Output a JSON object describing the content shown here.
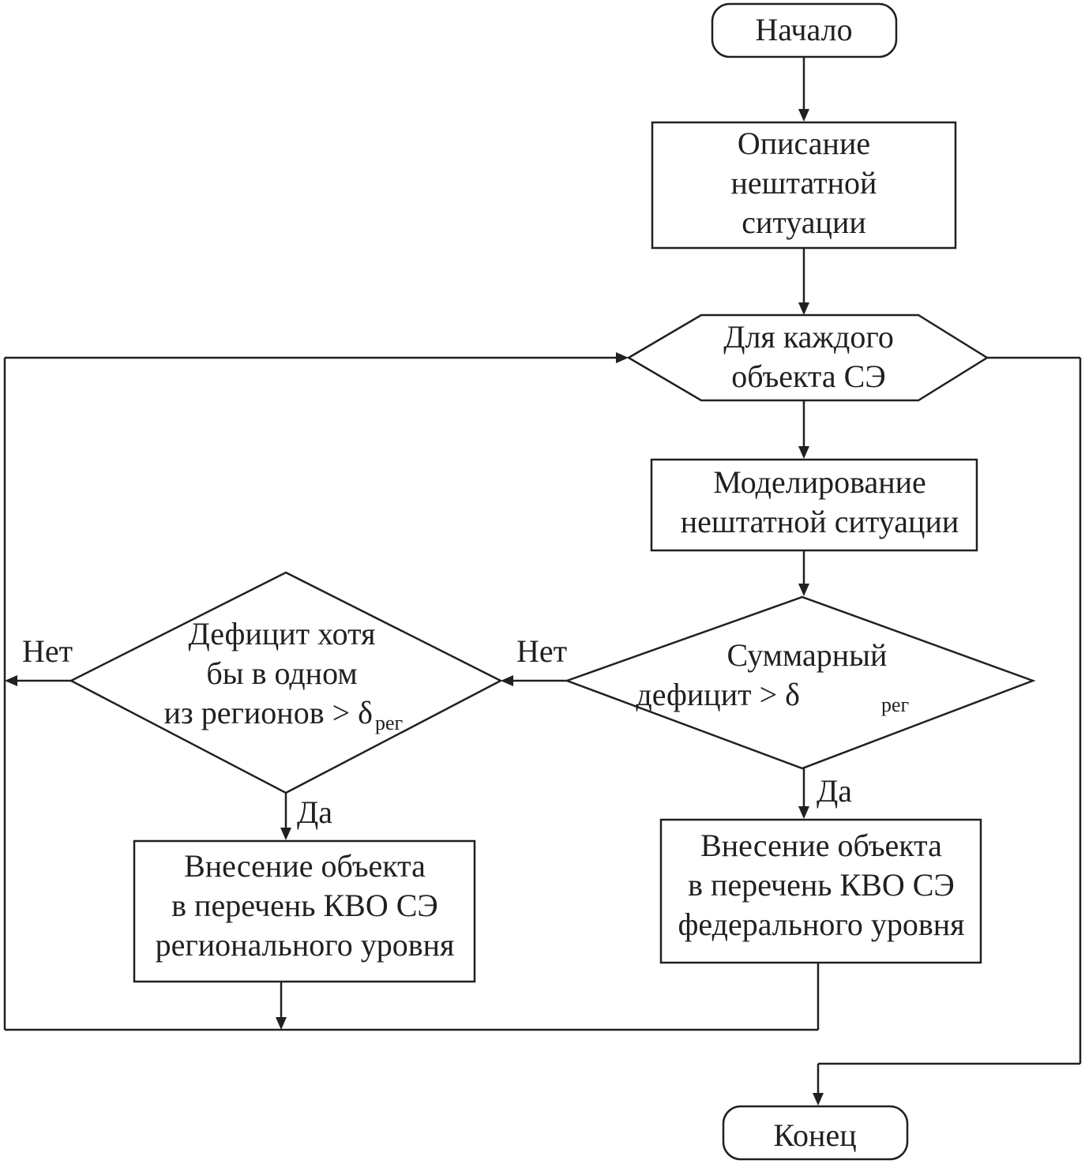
{
  "flowchart": {
    "start": "Начало",
    "describe": [
      "Описание",
      "нештатной",
      "ситуации"
    ],
    "loop": [
      "Для каждого",
      "объекта СЭ"
    ],
    "model": [
      "Моделирование",
      "нештатной ситуации"
    ],
    "sum_deficit": {
      "line1": "Суммарный",
      "line2": "дефицит > δ",
      "sub": "рег"
    },
    "region_deficit": {
      "line1": "Дефицит хотя",
      "line2": "бы в одном",
      "line3": "из регионов > δ",
      "sub": "рег"
    },
    "federal_list": [
      "Внесение объекта",
      "в перечень КВО СЭ",
      "федерального уровня"
    ],
    "regional_list": [
      "Внесение объекта",
      "в перечень КВО СЭ",
      "регионального уровня"
    ],
    "end": "Конец",
    "labels": {
      "no_sum": "Нет",
      "no_region": "Нет",
      "yes_sum": "Да",
      "yes_region": "Да"
    }
  }
}
